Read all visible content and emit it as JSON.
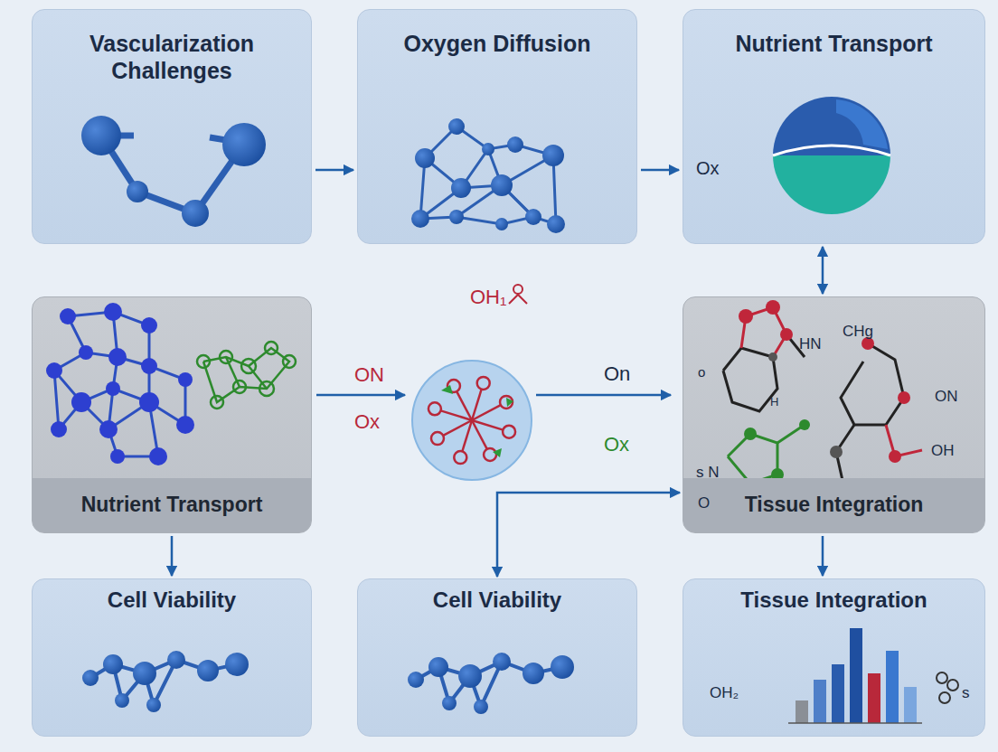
{
  "diagram": {
    "nodes": [
      {
        "text": [
          "Vascularization Challenges"
        ]
      },
      {
        "text": [
          "Oxygen Diffusion"
        ]
      },
      {
        "text": [
          "Nutrient Transport"
        ]
      },
      {
        "text": [
          "Nutrient Transport"
        ]
      },
      {
        "text": [
          "Tissue Integration"
        ]
      },
      {
        "text": [
          "Cell Viability"
        ]
      },
      {
        "text": [
          "Cell Viability"
        ]
      },
      {
        "text": [
          "Tissue Integration"
        ]
      }
    ],
    "edges": [
      {
        "from": 0,
        "to": 1,
        "arrow": "to"
      },
      {
        "from": 1,
        "to": 2,
        "arrow": "to"
      },
      {
        "from": 2,
        "to": 4,
        "arrow": "both"
      },
      {
        "from": 3,
        "to": 5,
        "arrow": "to"
      },
      {
        "from": 4,
        "to": 7,
        "arrow": "to"
      },
      {
        "from": 6,
        "to": 4,
        "arrow": "both"
      }
    ],
    "labels": [
      "Ox",
      "OH₁",
      "ON",
      "Ox",
      "On",
      "Ox",
      "o",
      "HN",
      "CHg",
      "H",
      "ON",
      "s N",
      "O",
      "OH",
      "OH₂",
      "s"
    ]
  }
}
